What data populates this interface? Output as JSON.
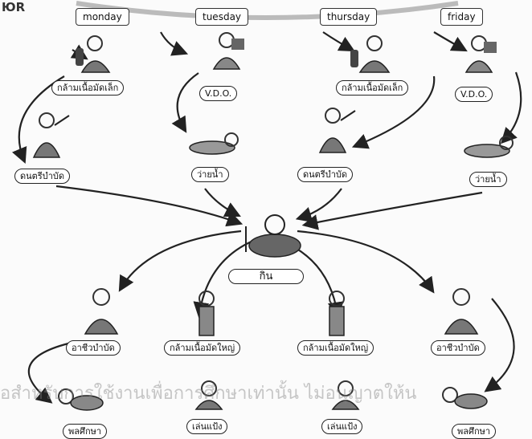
{
  "corner_tag": "ЮR",
  "days": {
    "monday": "monday",
    "tuesday": "tuesday",
    "thursday": "thursday",
    "friday": "friday"
  },
  "labels": {
    "mon_1": "กล้ามเนื้อมัดเล็ก",
    "tue_1": "V.D.O.",
    "thu_1": "กล้ามเนื้อมัดเล็ก",
    "fri_1": "V.D.O.",
    "mon_2": "ดนตรีบำบัด",
    "tue_2": "ว่ายน้ำ",
    "thu_2": "ดนตรีบำบัด",
    "fri_2": "ว่ายน้ำ",
    "center": "กิน",
    "b1": "อาชีวบำบัด",
    "b2": "กล้ามเนื้อมัดใหญ่",
    "b3": "กล้ามเนื้อมัดใหญ่",
    "b4": "อาชีวบำบัด",
    "c1": "พลศึกษา",
    "c2": "เล่นแป้ง",
    "c3": "เล่นแป้ง",
    "c4": "พลศึกษา"
  },
  "watermark": "อสำหรับการใช้งานเพื่อการศึกษาเท่านั้น ไม่อนุญาตให้น"
}
